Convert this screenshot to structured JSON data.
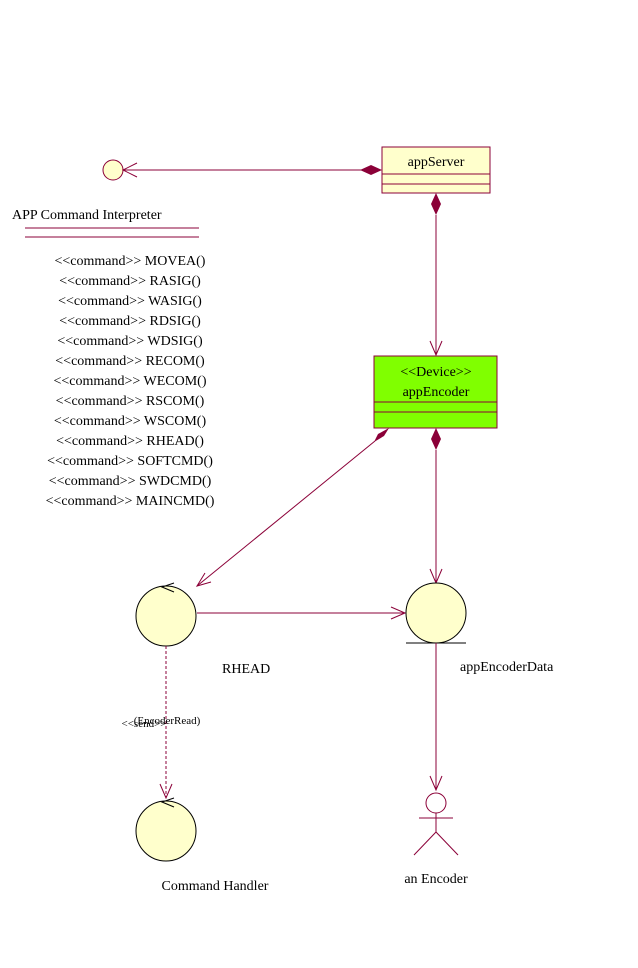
{
  "colors": {
    "line": "#8b0038",
    "class_fill": "#ffffcc",
    "device_fill": "#80ff00",
    "circle_fill": "#ffffcc",
    "outline": "#000000"
  },
  "interface": {
    "name": "APP Command Interpreter",
    "operations": [
      "<<command>> MOVEA()",
      "<<command>> RASIG()",
      "<<command>> WASIG()",
      "<<command>> RDSIG()",
      "<<command>> WDSIG()",
      "<<command>> RECOM()",
      "<<command>> WECOM()",
      "<<command>> RSCOM()",
      "<<command>> WSCOM()",
      "<<command>> RHEAD()",
      "<<command>> SOFTCMD()",
      "<<command>> SWDCMD()",
      "<<command>> MAINCMD()"
    ]
  },
  "classes": {
    "app_server": {
      "name": "appServer"
    },
    "app_encoder": {
      "stereotype": "<<Device>>",
      "name": "appEncoder"
    }
  },
  "controls": {
    "rhead": {
      "name": "RHEAD"
    },
    "command_handler": {
      "name": "Command Handler"
    }
  },
  "entity": {
    "name": "appEncoderData"
  },
  "actor": {
    "name": "an Encoder"
  },
  "messages": {
    "send": {
      "stereotype": "<<send>>",
      "label": "(EncoderRead)"
    }
  }
}
